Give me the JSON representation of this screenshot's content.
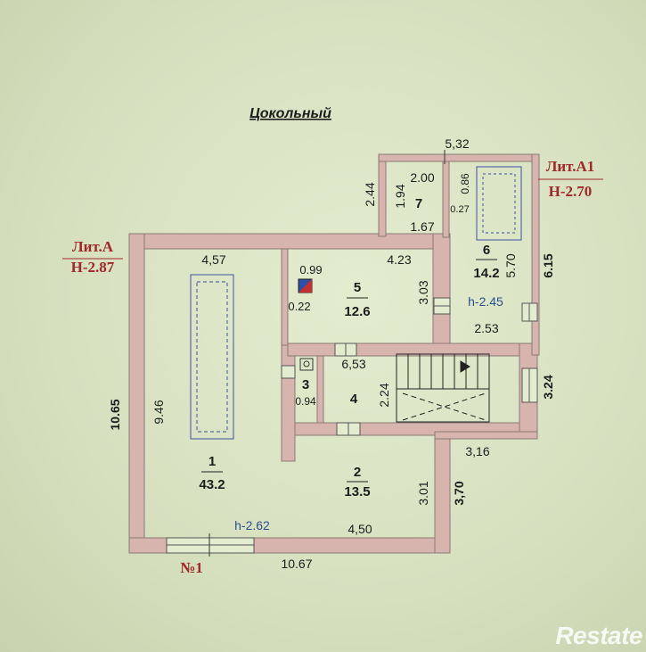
{
  "title": "Цокольный",
  "lit_a": {
    "name": "Лит.А",
    "height": "Н-2.87"
  },
  "lit_a1": {
    "name": "Лит.А1",
    "height": "Н-2.70"
  },
  "plan_number": "№1",
  "rooms": [
    {
      "num": "1",
      "area": "43.2",
      "height": "h-2.62"
    },
    {
      "num": "2",
      "area": "13.5"
    },
    {
      "num": "3"
    },
    {
      "num": "4"
    },
    {
      "num": "5",
      "area": "12.6"
    },
    {
      "num": "6",
      "area": "14.2",
      "height": "h-2.45"
    },
    {
      "num": "7"
    }
  ],
  "dims": {
    "top_annex": "5,32",
    "left_annex": "2.44",
    "r7_top": "2.00",
    "r7_side": "1.94",
    "r7_bottom": "1.67",
    "annex_gap": "0.86",
    "annex_small": "0.27",
    "r1_top": "4,57",
    "r5_notch_w": "0.99",
    "r5_notch_h": "0.22",
    "r5_top": "4.23",
    "r5_side": "3.03",
    "r6_side": "5.70",
    "right_upper": "6.15",
    "r6_bottom": "2.53",
    "r4_top": "6,53",
    "r3_width": "0.94",
    "r4_side": "2.24",
    "right_mid": "3.24",
    "r1_side": "9.46",
    "left_total": "10.65",
    "step_3_16": "3,16",
    "r2_side": "3.01",
    "right_lower": "3,70",
    "r2_bottom": "4,50",
    "bottom_total": "10.67"
  },
  "watermark": "Restate",
  "colors": {
    "wall": "#d7b4ae",
    "wall_edge": "#8a7a76",
    "lit_red": "#a0282a",
    "blue": "#2c4f8a"
  }
}
